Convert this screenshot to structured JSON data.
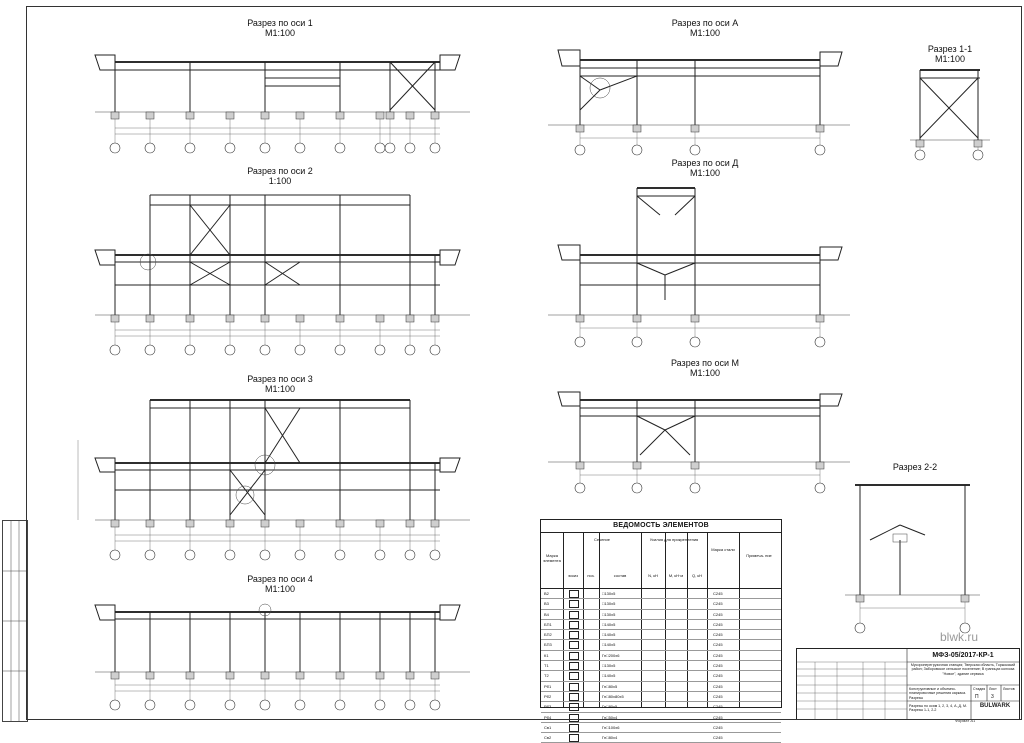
{
  "titles": {
    "s1": "Разрез по оси 1",
    "s1_scale": "М1:100",
    "s2": "Разрез по оси 2",
    "s2_scale": "1:100",
    "s3": "Разрез по оси 3",
    "s3_scale": "М1:100",
    "s4": "Разрез по оси 4",
    "s4_scale": "М1:100",
    "sA": "Разрез по оси А",
    "sA_scale": "М1:100",
    "sD": "Разрез по оси Д",
    "sD_scale": "М1:100",
    "sM": "Разрез по оси М",
    "sM_scale": "М1:100",
    "s11": "Разрез 1-1",
    "s11_scale": "М1:100",
    "s22": "Разрез 2-2"
  },
  "schedule": {
    "title": "ВЕДОМОСТЬ ЭЛЕМЕНТОВ",
    "col_mark": "Марка элемента",
    "col_section": "Сечение",
    "col_sketch": "эскиз",
    "col_pos": "поз.",
    "col_comp": "состав",
    "col_force": "Усилия для прикрепления",
    "col_n": "N, кН",
    "col_m": "M, кН·м",
    "col_q": "Q, кН",
    "col_steel": "Марка стали",
    "col_note": "Примеча- ние",
    "rows": [
      {
        "mark": "В2",
        "comp": "□130х5",
        "steel": "С245"
      },
      {
        "mark": "В3",
        "comp": "□130х5",
        "steel": "С245"
      },
      {
        "mark": "В4",
        "comp": "□130х5",
        "steel": "С245"
      },
      {
        "mark": "БП1",
        "comp": "□140х5",
        "steel": "С245"
      },
      {
        "mark": "БП2",
        "comp": "□140х5",
        "steel": "С245"
      },
      {
        "mark": "БП3",
        "comp": "□140х5",
        "steel": "С245"
      },
      {
        "mark": "К1",
        "comp": "Гн□200х6",
        "steel": "С245"
      },
      {
        "mark": "Т1",
        "comp": "□130х5",
        "steel": "С245"
      },
      {
        "mark": "Т2",
        "comp": "□140х5",
        "steel": "С245"
      },
      {
        "mark": "Рб1",
        "comp": "Гн□80х5",
        "steel": "С245"
      },
      {
        "mark": "Рб2",
        "comp": "Гн□80х80х5",
        "steel": "С245"
      },
      {
        "mark": "Рб3",
        "comp": "Гн□80х5",
        "steel": "С245"
      },
      {
        "mark": "Рб4",
        "comp": "Гн□50х4",
        "steel": "С245"
      },
      {
        "mark": "Св1",
        "comp": "Гн□100х6",
        "steel": "С245"
      },
      {
        "mark": "Св2",
        "comp": "Гн□80х4",
        "steel": "С245"
      }
    ]
  },
  "stamp": {
    "code": "МФЗ-05/2017-КР-1",
    "desc": "Мусороперегрузочная станция; Тверская область, Торжокский район; Заборовское сельское поселение; В границах колхоза \"Новое\", здание сервиса",
    "t1": "Конструктивные и объемно-планировочные решения каркаса. Разрезы",
    "t2": "Разрезы по осям 1, 2, 3, 4, А, Д, М. Разрезы 1-1, 2-2",
    "stage_lbl": "Стадия",
    "sheet_lbl": "Лист",
    "sheets_lbl": "Листов",
    "stage": "П",
    "sheet": "3",
    "brand": "BULWARK"
  },
  "watermark": "blwk.ru",
  "format": "Формат А1"
}
